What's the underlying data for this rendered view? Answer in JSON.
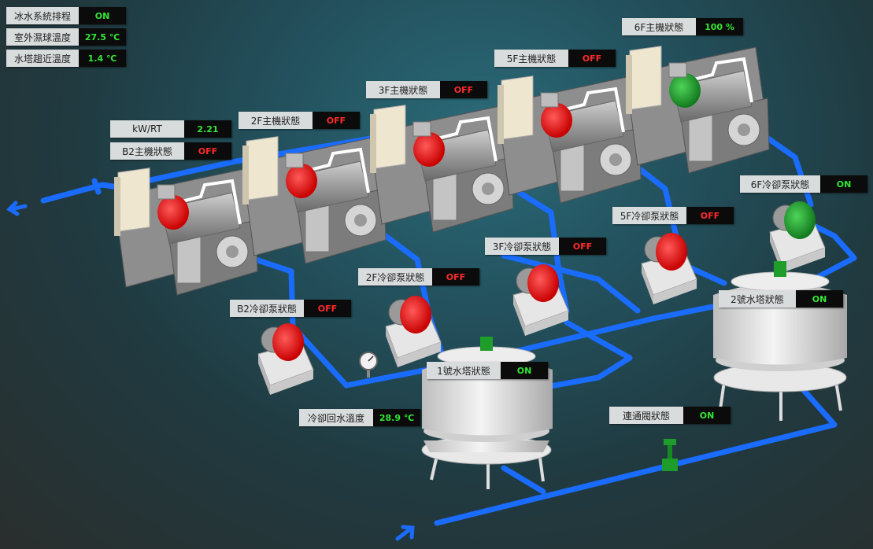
{
  "system": {
    "schedule": {
      "label": "冰水系統排程",
      "value": "ON"
    },
    "outdoor_wet_bulb": {
      "label": "室外濕球溫度",
      "value": "27.5 ℃"
    },
    "tower_approach": {
      "label": "水塔趨近溫度",
      "value": "1.4 ℃"
    }
  },
  "kw_rt": {
    "label": "kW/RT",
    "value": "2.21"
  },
  "return_temp": {
    "label": "冷卻回水溫度",
    "value": "28.9 ℃"
  },
  "chillers": [
    {
      "label": "B2主機狀態",
      "value": "OFF"
    },
    {
      "label": "2F主機狀態",
      "value": "OFF"
    },
    {
      "label": "3F主機狀態",
      "value": "OFF"
    },
    {
      "label": "5F主機狀態",
      "value": "OFF"
    },
    {
      "label": "6F主機狀態",
      "value": "100 %"
    }
  ],
  "pumps": [
    {
      "label": "B2冷卻泵狀態",
      "value": "OFF"
    },
    {
      "label": "2F冷卻泵狀態",
      "value": "OFF"
    },
    {
      "label": "3F冷卻泵狀態",
      "value": "OFF"
    },
    {
      "label": "5F冷卻泵狀態",
      "value": "OFF"
    },
    {
      "label": "6F冷卻泵狀態",
      "value": "ON"
    }
  ],
  "towers": [
    {
      "label": "1號水塔狀態",
      "value": "ON"
    },
    {
      "label": "2號水塔狀態",
      "value": "ON"
    }
  ],
  "valve": {
    "label": "連通閥狀態",
    "value": "ON"
  },
  "colors": {
    "pipe": "#1a6cff",
    "running": "#1f9a2a",
    "stopped": "#e81010",
    "on_text": "#33e633",
    "off_text": "#ff2a2a"
  },
  "icons": [
    "flow-arrow-icon",
    "pressure-gauge-icon",
    "valve-icon"
  ]
}
